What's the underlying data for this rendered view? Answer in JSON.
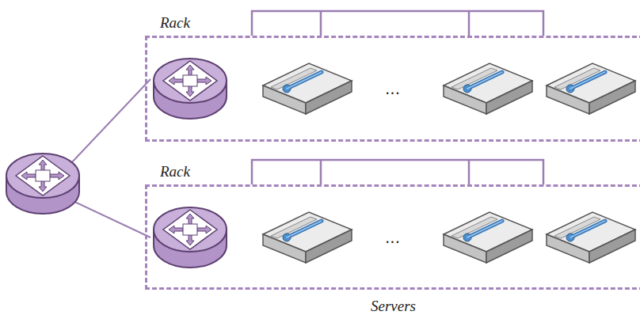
{
  "diagram": {
    "nodes": [
      {
        "text": [
          "Rack"
        ]
      },
      {
        "text": [
          "Rack"
        ]
      }
    ],
    "labels": [
      "...",
      "...",
      "Servers"
    ]
  }
}
